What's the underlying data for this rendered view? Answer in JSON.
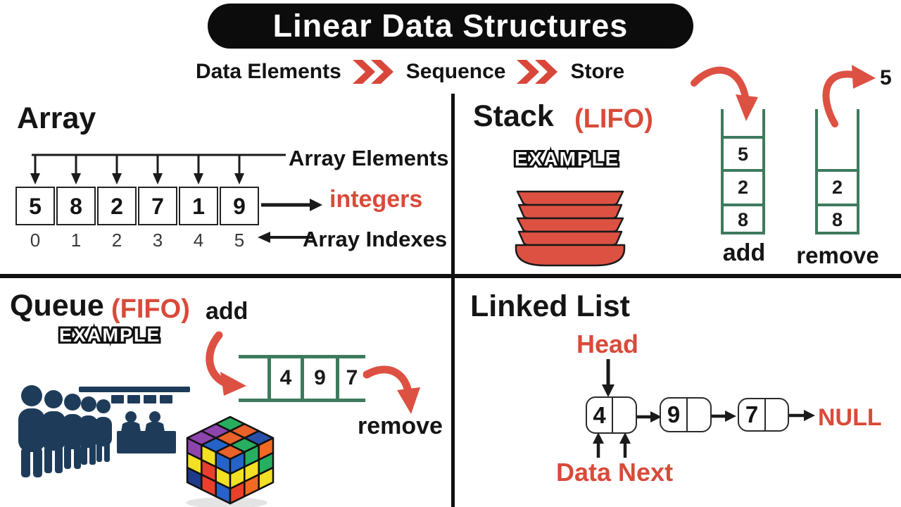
{
  "title": "Linear Data Structures",
  "flow": {
    "items": [
      "Data Elements",
      "Sequence",
      "Store"
    ]
  },
  "array": {
    "title": "Array",
    "elements_label": "Array Elements",
    "type_label": "integers",
    "indexes_label": "Array Indexes",
    "values": [
      "5",
      "8",
      "2",
      "7",
      "1",
      "9"
    ],
    "indexes": [
      "0",
      "1",
      "2",
      "3",
      "4",
      "5"
    ]
  },
  "stack": {
    "title": "Stack",
    "order_tag": "(LIFO)",
    "example_label": "EXAMPLE",
    "add_stack": [
      "5",
      "2",
      "8"
    ],
    "remove_stack": [
      "2",
      "8"
    ],
    "add_label": "add",
    "remove_label": "remove",
    "popped_value": "5"
  },
  "queue": {
    "title": "Queue",
    "order_tag": "(FIFO)",
    "example_label": "EXAMPLE",
    "add_label": "add",
    "remove_label": "remove",
    "values": [
      "4",
      "9",
      "7"
    ]
  },
  "linked_list": {
    "title": "Linked List",
    "head_label": "Head",
    "nodes": [
      "4",
      "9",
      "7"
    ],
    "null_label": "NULL",
    "pointer_labels": "Data Next"
  },
  "colors": {
    "accent_red": "#d94a3a",
    "arrow_red": "#dd5143",
    "structure_green": "#3e7a5e",
    "people_navy": "#1e3c5a",
    "title_bg": "#0c0c0c"
  }
}
